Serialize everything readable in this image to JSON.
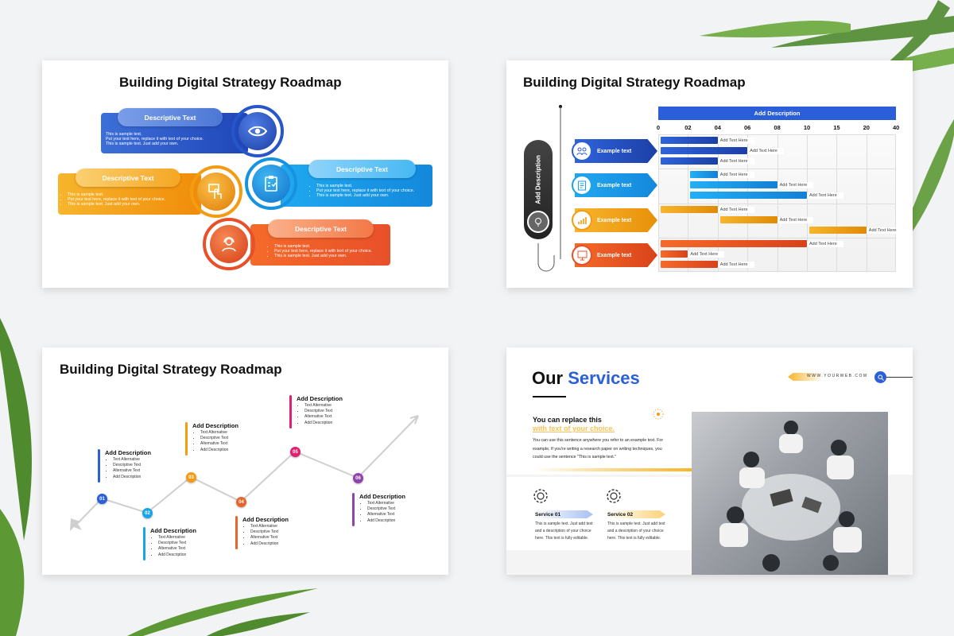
{
  "colors": {
    "blue": "#2a5fd9",
    "orange": "#f39c12",
    "red": "#e8502a",
    "cyan": "#1aa3e8",
    "dark": "#333333"
  },
  "slide1": {
    "title": "Building Digital Strategy Roadmap",
    "items": [
      {
        "pill": "Descriptive Text",
        "bullets": [
          "This is sample text.",
          "Put your text here, replace it with text of your choice.",
          "This is sample text. Just add your own."
        ],
        "icon": "eye-icon"
      },
      {
        "pill": "Descriptive Text",
        "bullets": [
          "This is sample text.",
          "Put your text here, replace it with text of your choice.",
          "This is sample text. Just add your own."
        ],
        "icon": "hand-touch-icon"
      },
      {
        "pill": "Descriptive Text",
        "bullets": [
          "This is sample text.",
          "Put your text here, replace it with text of your choice.",
          "This is sample text. Just add your own."
        ],
        "icon": "clipboard-icon"
      },
      {
        "pill": "Descriptive Text",
        "bullets": [
          "This is sample text.",
          "Put your text here, replace it with text of your choice.",
          "This is sample text. Just add your own."
        ],
        "icon": "user-headset-icon"
      }
    ]
  },
  "slide2": {
    "title": "Building Digital Strategy Roadmap",
    "side_label": "Add Description",
    "header": "Add Description",
    "rows": [
      {
        "label": "Example text",
        "icon": "people-icon"
      },
      {
        "label": "Example text",
        "icon": "document-icon"
      },
      {
        "label": "Example text",
        "icon": "growth-chart-icon"
      },
      {
        "label": "Example text",
        "icon": "presentation-icon"
      }
    ],
    "chart_data": {
      "type": "bar",
      "orientation": "horizontal-gantt",
      "xticks": [
        "0",
        "02",
        "04",
        "06",
        "08",
        "10",
        "15",
        "20",
        "40"
      ],
      "bars": [
        {
          "group": 1,
          "start": "0",
          "end": "04",
          "label": "Add Text Here"
        },
        {
          "group": 1,
          "start": "0",
          "end": "06",
          "label": "Add Text Here"
        },
        {
          "group": 1,
          "start": "0",
          "end": "04",
          "label": "Add Text Here"
        },
        {
          "group": 2,
          "start": "02",
          "end": "04",
          "label": "Add Text Here"
        },
        {
          "group": 2,
          "start": "02",
          "end": "08",
          "label": "Add Text Here"
        },
        {
          "group": 2,
          "start": "02",
          "end": "10",
          "label": "Add Text Here"
        },
        {
          "group": 3,
          "start": "0",
          "end": "04",
          "label": "Add Text Here"
        },
        {
          "group": 3,
          "start": "04",
          "end": "08",
          "label": "Add Text Here"
        },
        {
          "group": 3,
          "start": "10",
          "end": "20",
          "label": "Add Text Here"
        },
        {
          "group": 4,
          "start": "0",
          "end": "10",
          "label": "Add Text Here"
        },
        {
          "group": 4,
          "start": "0",
          "end": "02",
          "label": "Add Text Here"
        },
        {
          "group": 4,
          "start": "0",
          "end": "04",
          "label": "Add Text Here"
        }
      ]
    }
  },
  "slide3": {
    "title": "Building Digital Strategy Roadmap",
    "points": [
      {
        "num": "01",
        "head": "Add Description",
        "items": [
          "Text Alternative",
          "Descriptive Text",
          "Alternative Text",
          "Add Description"
        ]
      },
      {
        "num": "02",
        "head": "Add Description",
        "items": [
          "Text Alternative",
          "Descriptive Text",
          "Alternative Text",
          "Add Description"
        ]
      },
      {
        "num": "03",
        "head": "Add Description",
        "items": [
          "Text Alternative",
          "Descriptive Text",
          "Alternative Text",
          "Add Description"
        ]
      },
      {
        "num": "04",
        "head": "Add Description",
        "items": [
          "Text Alternative",
          "Descriptive Text",
          "Alternative Text",
          "Add Description"
        ]
      },
      {
        "num": "05",
        "head": "Add Description",
        "items": [
          "Text Alternative",
          "Descriptive Text",
          "Alternative Text",
          "Add Description"
        ]
      },
      {
        "num": "06",
        "head": "Add Description",
        "items": [
          "Text Alternative",
          "Descriptive Text",
          "Alternative Text",
          "Add Description"
        ]
      }
    ]
  },
  "slide4": {
    "title_a": "Our",
    "title_b": "Services",
    "url": "WWW.YOURWEB.COM",
    "subtitle_1": "You can replace this",
    "subtitle_2": "with text of your choice.",
    "body": "You can use this sentence anywhere you refer to an example text. For example, If you're writing a research paper on writing techniques, you could use the sentence \"This is sample text.\"",
    "services": [
      {
        "name": "Service 01",
        "desc": "This is sample text. Just add text and a description of your choice here. This text is fully editable."
      },
      {
        "name": "Service 02",
        "desc": "This is sample text. Just add text and a description of your choice here. This text is fully editable."
      }
    ]
  }
}
